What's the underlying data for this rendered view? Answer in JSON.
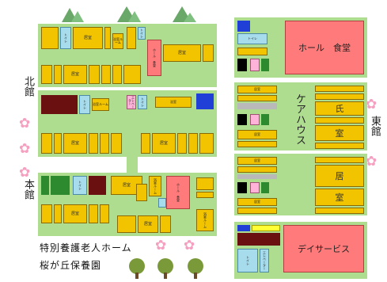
{
  "buildings": {
    "north": "北館",
    "east": "東館",
    "main": "本館"
  },
  "labels": {
    "care_home": "特別養護老人ホーム",
    "institution": "桜が丘保養園",
    "hall_dining": "ホール　食堂",
    "care_house": "ケアハウス",
    "day_service": "デイサービス",
    "room": "居室",
    "room_small": "居　室",
    "toilet": "トイレ",
    "bath": "浴室",
    "bath_room": "浴室ルーム",
    "elevator": "エレベーター",
    "hall_small": "ホール　食堂",
    "east_room1": "室",
    "east_room_kanji": "居",
    "east_room2": "室",
    "east_label_ho": "氏",
    "east_room_label": "室"
  },
  "colors": {
    "field": "#aedd8f",
    "room": "#f2c400",
    "hall": "#ff7a7a",
    "toilet": "#a6dcec",
    "dark_blue": "#1f3fd6",
    "maroon": "#6a1010"
  }
}
